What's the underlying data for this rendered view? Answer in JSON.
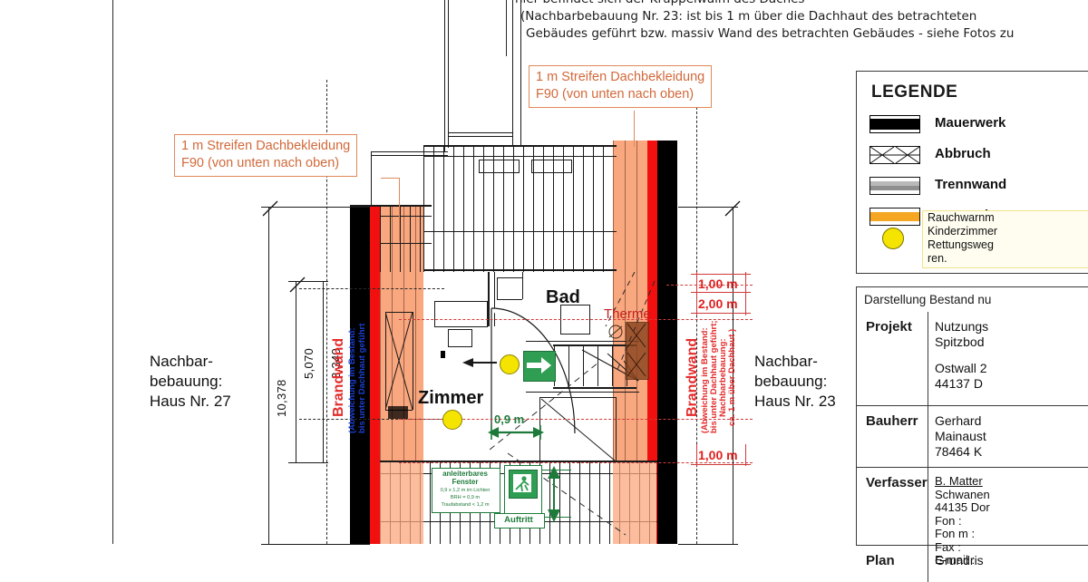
{
  "document": {
    "type": "architectural-floor-plan",
    "language": "de"
  },
  "header_notes": {
    "line1": "hier befindet sich der Krüppelwalm des Daches",
    "line2": "(Nachbarbebauung Nr. 23: ist bis 1 m über die Dachhaut des betrachteten",
    "line3": "Gebäudes geführt bzw. massiv Wand des betrachten Gebäudes - siehe Fotos zu"
  },
  "callouts": {
    "left": {
      "line1": "1 m Streifen Dachbekleidung",
      "line2": "F90 (von unten nach oben)"
    },
    "right": {
      "line1": "1 m Streifen Dachbekleidung",
      "line2": "F90 (von unten nach oben)"
    }
  },
  "neighbours": {
    "left": {
      "line1": "Nachbar-",
      "line2": "bebauung:",
      "line3": "Haus Nr. 27"
    },
    "right": {
      "line1": "Nachbar-",
      "line2": "bebauung:",
      "line3": "Haus Nr. 23"
    }
  },
  "dimensions": {
    "overall_vertical": "10,378",
    "inner_vertical": "5,070",
    "wall_vertical": "3.340",
    "red_top_1": "1,00 m",
    "red_top_2": "2,00 m",
    "red_bottom": "1,00 m",
    "door_width": "0,9 m"
  },
  "walls": {
    "left": {
      "title": "Brandwand",
      "note_line1": "(Abweichung  im Bestand:",
      "note_line2": "bis unter Dachhaut geführt"
    },
    "right": {
      "title": "Brandwand",
      "note_line1": "(Abweichung  im Bestand:",
      "note_line2": "bis unter Dachhaut geführt;",
      "note_line3": "Nachbarbebauung:",
      "note_line4": "ca. 1 m über Dachhaut )"
    }
  },
  "rooms": [
    {
      "name": "Bad"
    },
    {
      "name": "Zimmer"
    }
  ],
  "annotations": {
    "therme": "Therme",
    "auftritt": "Auftritt",
    "window": {
      "line1": "anleiterbares",
      "line2": "Fenster",
      "line3": "0,9 x 1,2 m im Lichten",
      "line4": "BRH = 0,9 m",
      "line5": "Traufabstand < 1,2 m"
    }
  },
  "legend": {
    "title": "LEGENDE",
    "items": [
      {
        "symbol": "mauerwerk",
        "label": "Mauerwerk"
      },
      {
        "symbol": "abbruch",
        "label": "Abbruch"
      },
      {
        "symbol": "trennwand",
        "label": "Trennwand"
      },
      {
        "symbol": "waerme",
        "label": "Wärmedäm"
      }
    ],
    "note": {
      "line1": "Rauchwarnm",
      "line2": "Kinderzimmer",
      "line3": "Rettungsweg",
      "line4": "ren."
    }
  },
  "titleblock": {
    "darstellung": "Darstellung Bestand nu",
    "rows": [
      {
        "key": "Projekt",
        "lines": [
          "Nutzungs",
          "Spitzbod",
          "",
          "Ostwall 2",
          "44137 D"
        ]
      },
      {
        "key": "Bauherr",
        "lines": [
          "Gerhard",
          "Mainaust",
          "78464 K"
        ]
      },
      {
        "key": "Verfasser",
        "lines": [
          "B. Matter",
          "Schwanen",
          "44135 Dor",
          "Fon     :",
          "Fon m :",
          "Fax     :",
          "E-mail :"
        ]
      },
      {
        "key": "Plan",
        "lines": [
          "Grundris"
        ]
      }
    ]
  },
  "colors": {
    "brandwand_red": "#e32b2b",
    "fire_strip": "#f10f0f",
    "hatch_salmon": "#f9a77e",
    "callout_orange": "#d2693a",
    "exit_green": "#2f9e52",
    "detector_yellow": "#f5e400",
    "wall_black": "#000000"
  }
}
